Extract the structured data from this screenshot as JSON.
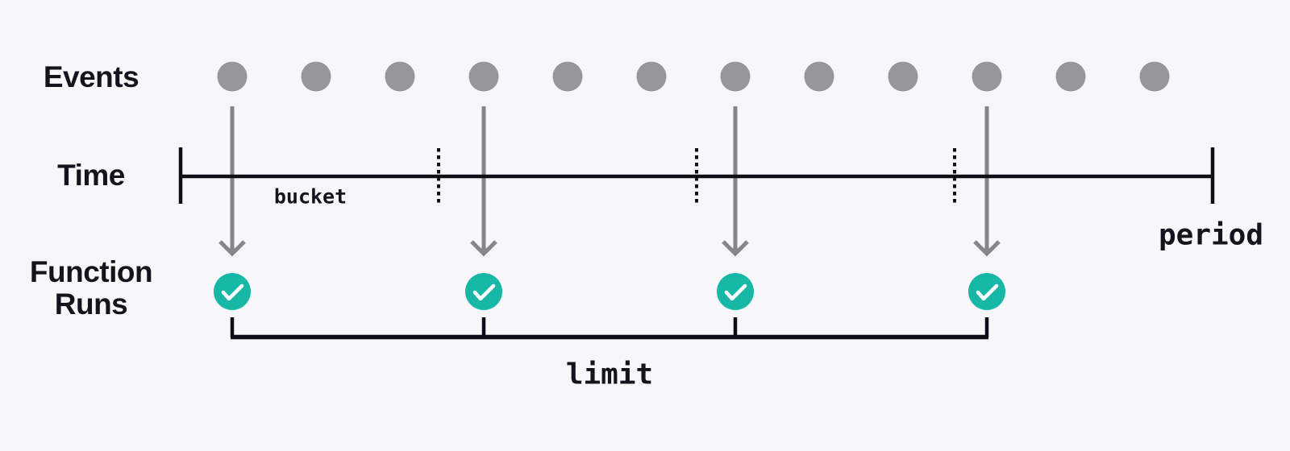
{
  "colors": {
    "background": "#f7f7fa",
    "ink": "#14151c",
    "line": "#0d0e16",
    "event_dot": "#97979b",
    "arrow": "#85858a",
    "run_circle": "#17b8a6",
    "check": "#ffffff"
  },
  "row_labels": {
    "events": "Events",
    "time": "Time",
    "function_runs": "Function Runs"
  },
  "annotations": {
    "bucket": "bucket",
    "period": "period",
    "limit": "limit"
  },
  "events": {
    "count": 12
  },
  "timeline": {
    "bucket_count": 4
  },
  "arrows": {
    "event_indices": [
      0,
      3,
      6,
      9
    ]
  },
  "function_runs": {
    "count": 4,
    "icon": "check-icon"
  }
}
